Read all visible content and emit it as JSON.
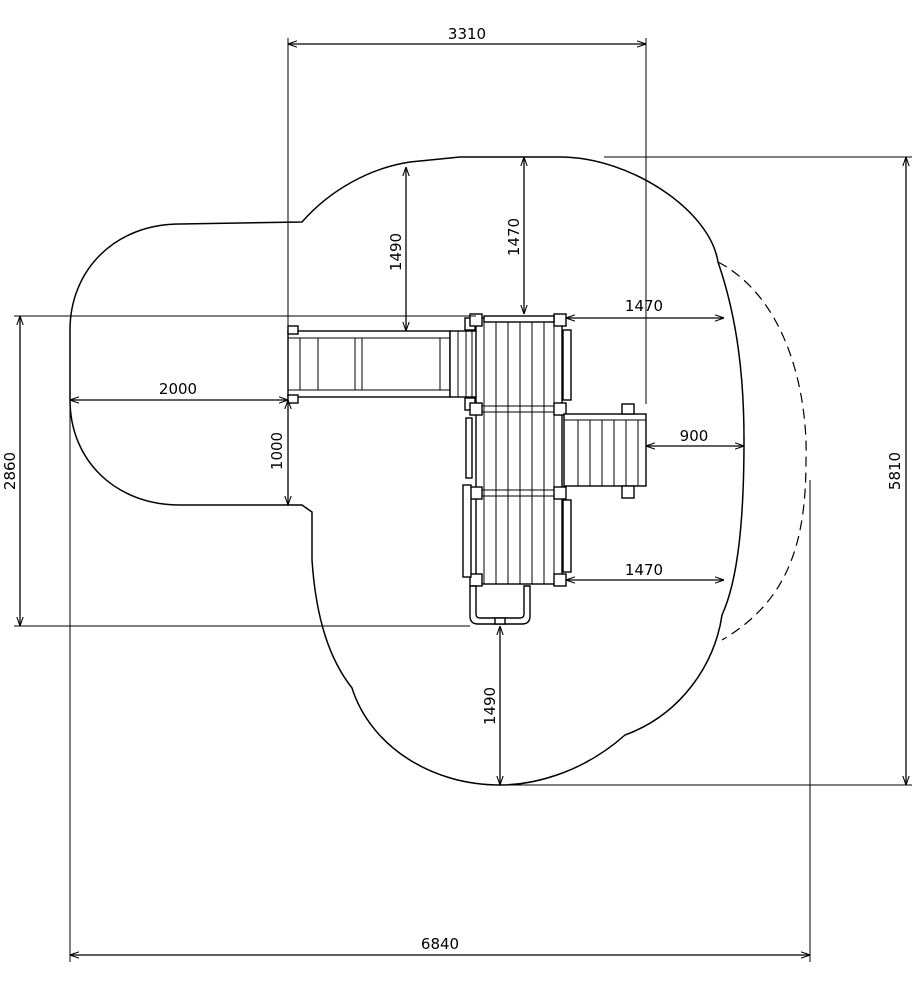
{
  "dimensions": {
    "overall_width": "6840",
    "overall_depth": "5810",
    "structure_width": "3310",
    "structure_depth": "2860",
    "top_clearance": "1490",
    "deck_top_clearance": "1470",
    "right_upper_clearance": "1470",
    "right_lower_clearance": "1470",
    "slide_side_clearance": "2000",
    "slide_width": "1000",
    "right_platform_clearance": "900",
    "bottom_clearance": "1490"
  },
  "colors": {
    "line": "#000000",
    "background": "#ffffff"
  }
}
